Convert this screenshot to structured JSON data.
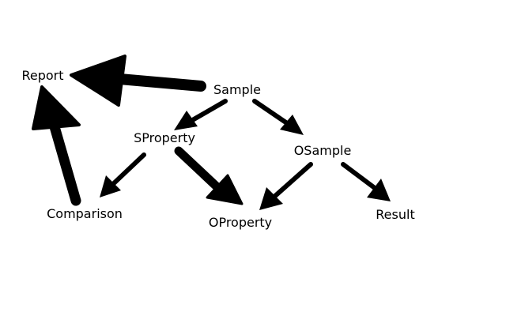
{
  "nodes": {
    "report": "Report",
    "sample": "Sample",
    "sproperty": "SProperty",
    "osample": "OSample",
    "comparison": "Comparison",
    "oproperty": "OProperty",
    "result": "Result"
  },
  "edges": [
    {
      "from": "sample",
      "to": "report",
      "weight": "heavy"
    },
    {
      "from": "comparison",
      "to": "report",
      "weight": "heavy"
    },
    {
      "from": "sample",
      "to": "sproperty",
      "weight": "light"
    },
    {
      "from": "sample",
      "to": "osample",
      "weight": "light"
    },
    {
      "from": "sproperty",
      "to": "comparison",
      "weight": "light"
    },
    {
      "from": "sproperty",
      "to": "oproperty",
      "weight": "heavy"
    },
    {
      "from": "osample",
      "to": "oproperty",
      "weight": "light"
    },
    {
      "from": "osample",
      "to": "result",
      "weight": "light"
    }
  ],
  "colors": {
    "background": "#ffffff",
    "ink": "#000000"
  }
}
